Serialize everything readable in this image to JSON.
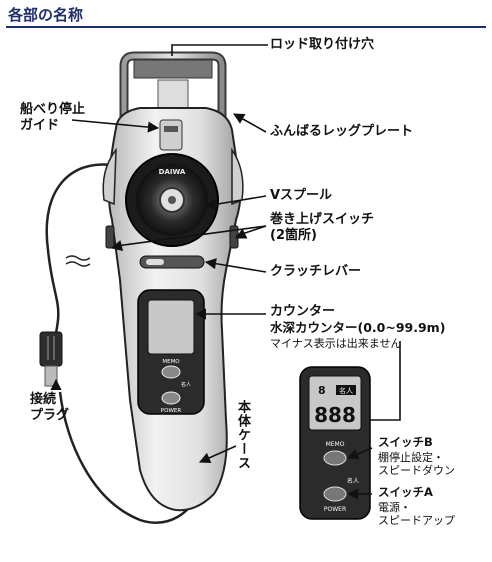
{
  "header": {
    "title": "各部の名称"
  },
  "labels": {
    "rod_hole": "ロッド取り付け穴",
    "fumbaru_line1": "ふんばるレッグプレート",
    "guide_line1": "船べり停止",
    "guide_line2": "ガイド",
    "v_spool": "Vスプール",
    "winding_switch_line1": "巻き上げスイッチ",
    "winding_switch_line2": "(2箇所)",
    "clutch_lever": "クラッチレバー",
    "counter_line1": "カウンター",
    "counter_line2": "水深カウンター(0.0~99.9m)",
    "counter_note": "マイナス表示は出来ません",
    "plug_line1": "接続",
    "plug_line2": "プラグ",
    "body_case": "本体ケース",
    "switch_b_title": "スイッチB",
    "switch_b_desc1": "棚停止設定・",
    "switch_b_desc2": "スピードダウン",
    "switch_a_title": "スイッチA",
    "switch_a_desc1": "電源・",
    "switch_a_desc2": "スピードアップ"
  },
  "device": {
    "memo": "MEMO",
    "power": "POWER",
    "meijin": "名人",
    "brand": "DAIWA",
    "small_digit": "8",
    "small_badge": "名人",
    "display_digits": "888"
  },
  "colors": {
    "header_blue": "#1f2f6b",
    "body_light": "#e9e9e9",
    "body_dark": "#2b2b2b",
    "lcd": "#c8c8c8"
  }
}
